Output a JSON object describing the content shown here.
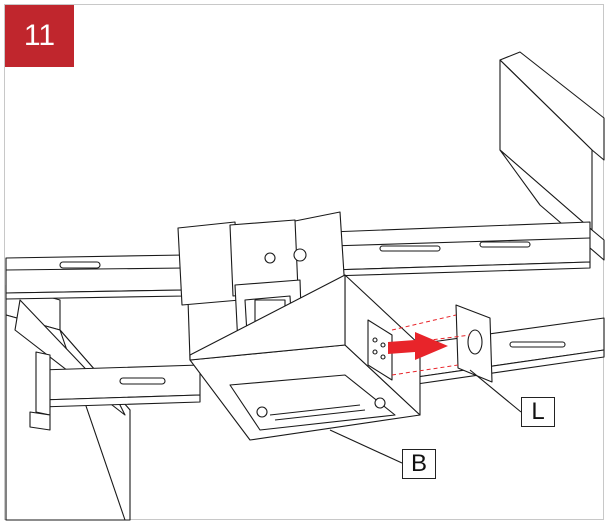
{
  "step_number": "11",
  "callouts": {
    "l": "L",
    "b": "B"
  },
  "colors": {
    "step_badge": "#c0262d",
    "arrow": "#e8242a",
    "line": "#1a1a1a"
  }
}
